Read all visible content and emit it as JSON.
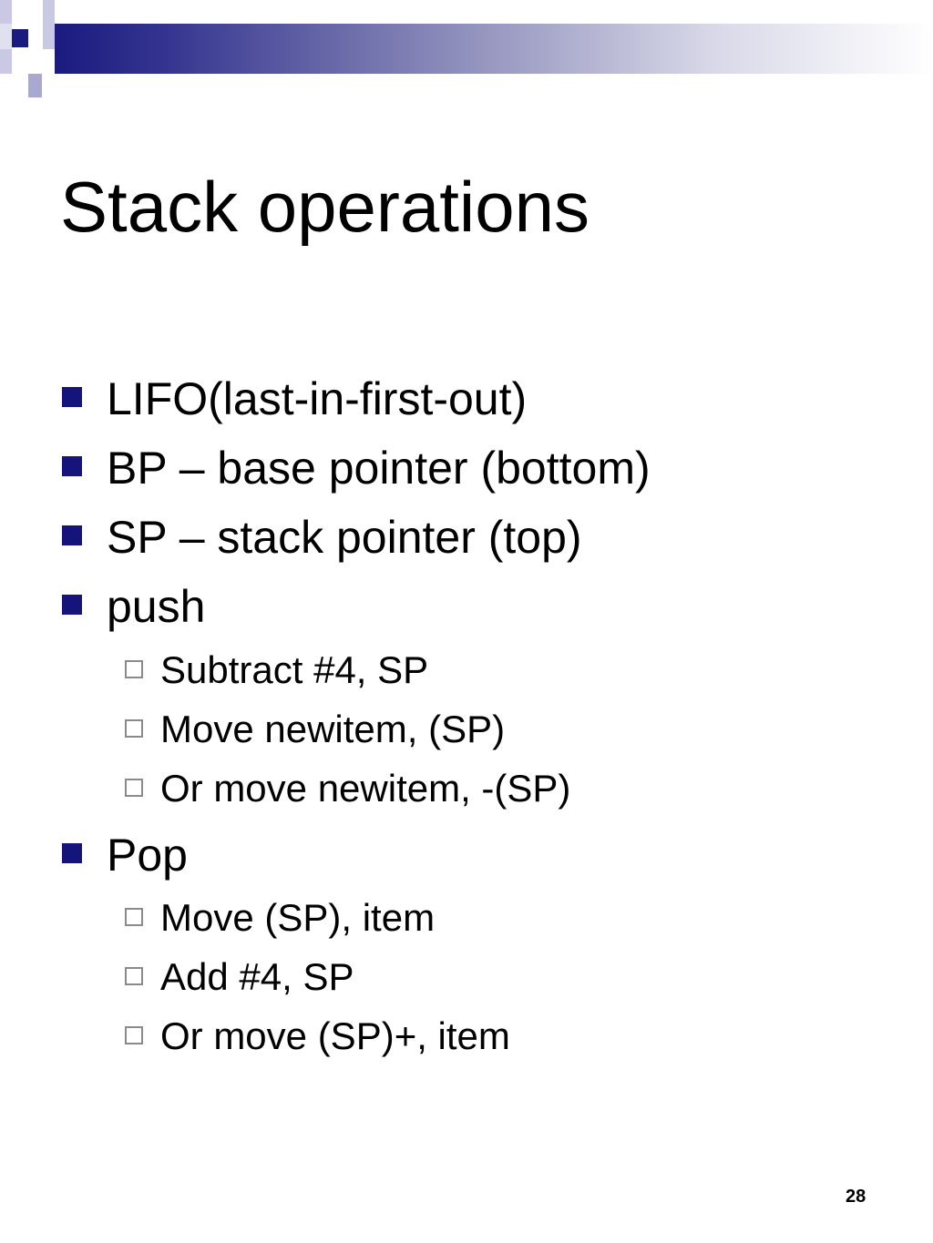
{
  "slide": {
    "title": "Stack operations",
    "page_number": "28",
    "bullets": [
      {
        "level": 1,
        "text": "LIFO(last-in-first-out)"
      },
      {
        "level": 1,
        "text": "BP – base pointer  (bottom)"
      },
      {
        "level": 1,
        "text": "SP – stack pointer (top)"
      },
      {
        "level": 1,
        "text": "push"
      },
      {
        "level": 2,
        "text": "Subtract #4, SP"
      },
      {
        "level": 2,
        "text": "Move newitem, (SP)"
      },
      {
        "level": 2,
        "text": "Or move newitem, -(SP)"
      },
      {
        "level": 1,
        "text": "Pop"
      },
      {
        "level": 2,
        "text": "Move (SP), item"
      },
      {
        "level": 2,
        "text": "Add #4, SP"
      },
      {
        "level": 2,
        "text": "Or move (SP)+, item"
      }
    ]
  },
  "colors": {
    "accent": "#1a1a80",
    "bullet": "#14147a",
    "sub_bullet_border": "#8a8a8a"
  }
}
